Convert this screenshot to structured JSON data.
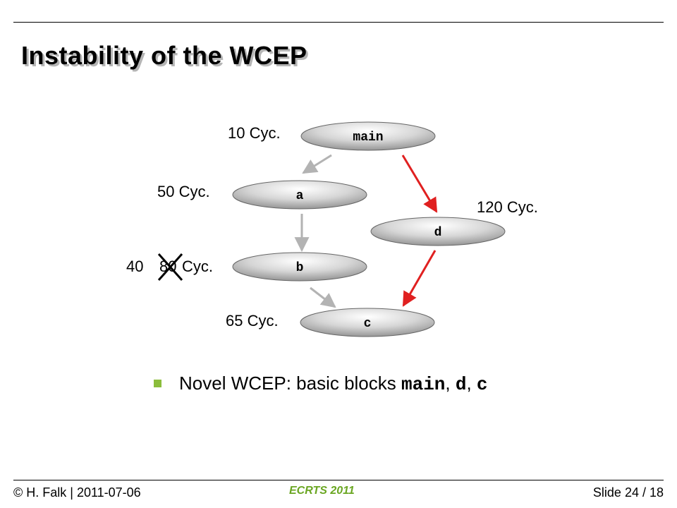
{
  "slide": {
    "title": "Instability of the WCEP",
    "footer_left": "© H. Falk | 2011-07-06",
    "footer_center": "ECRTS 2011",
    "footer_right": "Slide 24 / 18"
  },
  "diagram": {
    "nodes": [
      {
        "id": "main",
        "label": "main",
        "cost_label": "10 Cyc."
      },
      {
        "id": "a",
        "label": "a",
        "cost_label": "50 Cyc."
      },
      {
        "id": "b",
        "label": "b",
        "cost_new": "40",
        "cost_old": "80",
        "cost_unit": "Cyc."
      },
      {
        "id": "c",
        "label": "c",
        "cost_label": "65 Cyc."
      },
      {
        "id": "d",
        "label": "d",
        "cost_label": "120 Cyc."
      }
    ],
    "edges": [
      {
        "from": "main",
        "to": "a",
        "color": "#b3b3b3"
      },
      {
        "from": "a",
        "to": "b",
        "color": "#b3b3b3"
      },
      {
        "from": "b",
        "to": "c",
        "color": "#b3b3b3"
      },
      {
        "from": "main",
        "to": "d",
        "color": "#e02020"
      },
      {
        "from": "d",
        "to": "c",
        "color": "#e02020"
      }
    ]
  },
  "bullet": {
    "prefix": "Novel WCEP: basic blocks ",
    "block1": "main",
    "sep1": ", ",
    "block2": "d",
    "sep2": ", ",
    "block3": "c"
  },
  "colors": {
    "bullet": "#8bbd3c",
    "wcep_edge": "#e02020",
    "normal_edge": "#b3b3b3",
    "conference": "#6aa622"
  }
}
